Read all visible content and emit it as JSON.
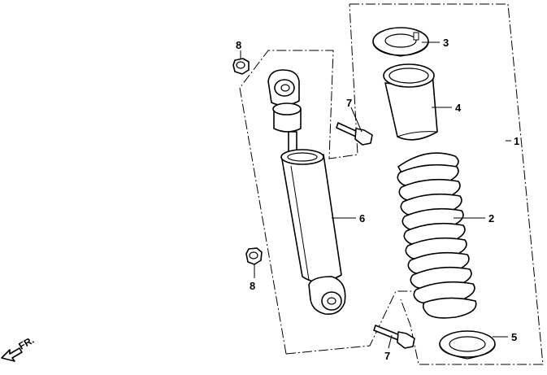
{
  "diagram": {
    "direction_label": "FR.",
    "parts": [
      {
        "id": "1",
        "label": "1"
      },
      {
        "id": "2",
        "label": "2"
      },
      {
        "id": "3",
        "label": "3"
      },
      {
        "id": "4",
        "label": "4"
      },
      {
        "id": "5",
        "label": "5"
      },
      {
        "id": "6",
        "label": "6"
      },
      {
        "id": "7a",
        "label": "7"
      },
      {
        "id": "7b",
        "label": "7"
      },
      {
        "id": "8a",
        "label": "8"
      },
      {
        "id": "8b",
        "label": "8"
      }
    ]
  }
}
